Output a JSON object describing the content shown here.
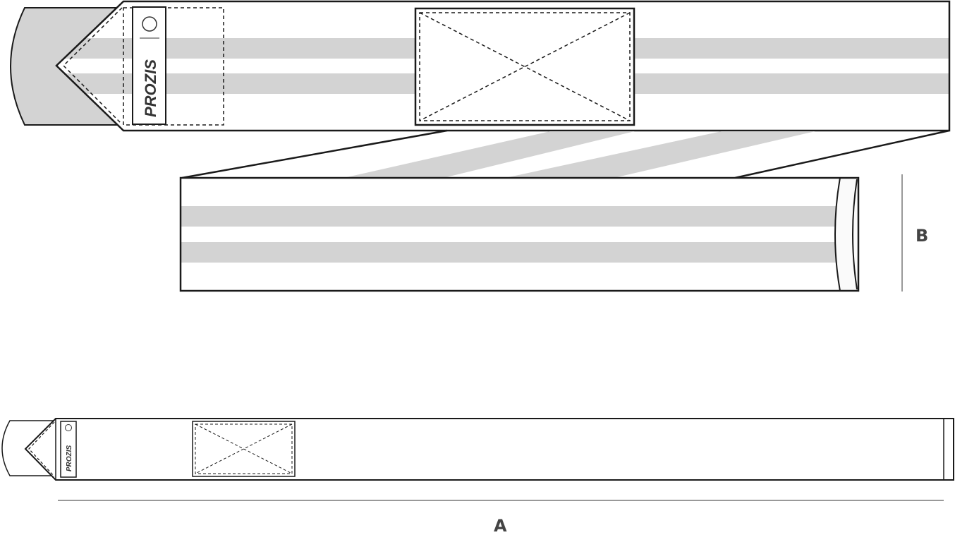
{
  "brand": "PROZIS",
  "dimensions": {
    "length_label": "A",
    "width_label": "B"
  },
  "colors": {
    "stripe": "#d3d3d3",
    "outline": "#1a1a1a",
    "dimension_line": "#999999",
    "tab": "#d3d3d3"
  }
}
